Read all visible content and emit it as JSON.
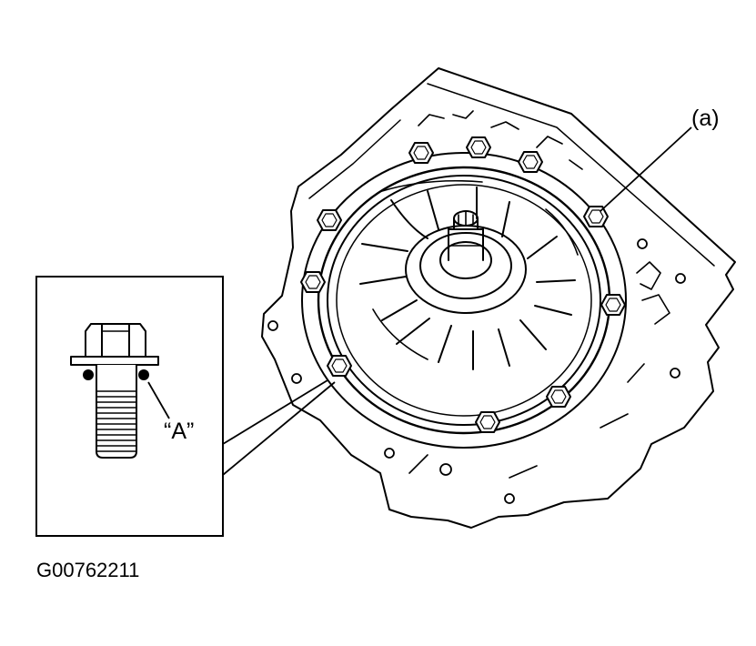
{
  "labels": {
    "callout_a": "(a)",
    "callout_A": "“A”",
    "figure_code": "G00762211"
  },
  "colors": {
    "line": "#000000",
    "background": "#ffffff"
  }
}
